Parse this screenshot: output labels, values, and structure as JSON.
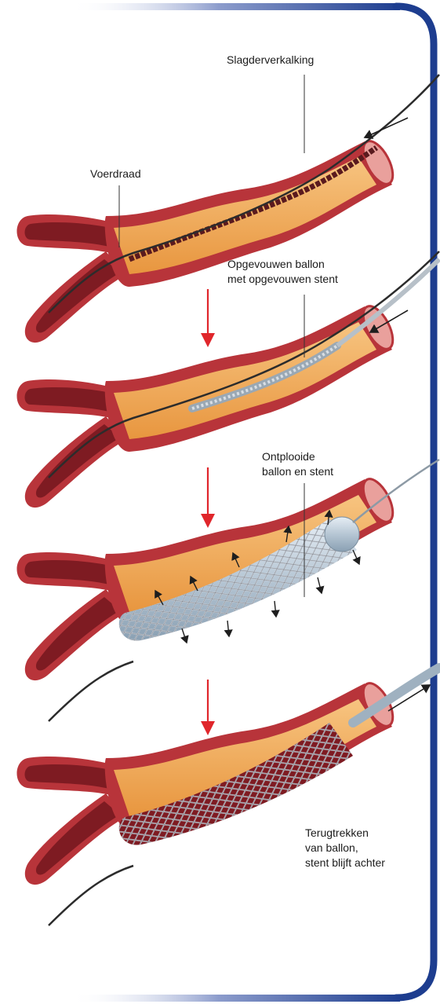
{
  "colors": {
    "frame": "#1d3d8f",
    "vessel_wall": "#b8343a",
    "vessel_inner": "#e9a09c",
    "plaque": "#f3b062",
    "lumen": "#8c1f27",
    "guidewire": "#2c2c2c",
    "flow_arrow": "#e0262b",
    "balloon": "#b6c6d4",
    "stent": "#d9dde2"
  },
  "labels": {
    "slagderverkalking": "Slagderverkalking",
    "voerdraad": "Voerdraad",
    "opgevouwen_line1": "Opgevouwen ballon",
    "opgevouwen_line2": "met opgevouwen stent",
    "ontplooide_line1": "Ontplooide",
    "ontplooide_line2": "ballon en stent",
    "terugtrekken_line1": "Terugtrekken",
    "terugtrekken_line2": "van ballon,",
    "terugtrekken_line3": "stent blijft achter"
  },
  "icons": [
    "down-arrow-icon",
    "insertion-arrow-icon",
    "expansion-arrow-icon",
    "withdrawal-arrow-icon"
  ]
}
